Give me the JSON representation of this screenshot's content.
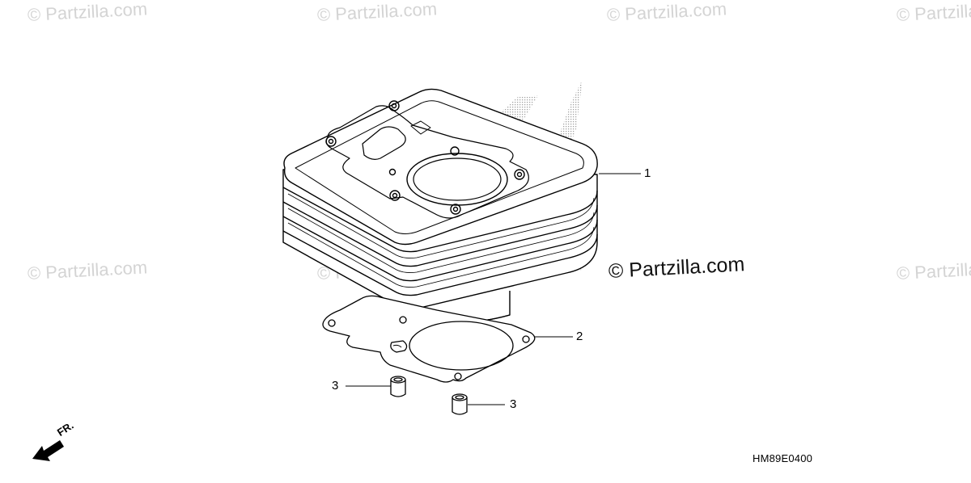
{
  "watermark": {
    "text": "© Partzilla.com"
  },
  "main_watermark": {
    "text": "© Partzilla.com"
  },
  "callouts": [
    {
      "id": "1",
      "label": "1",
      "part": "cylinder"
    },
    {
      "id": "2",
      "label": "2",
      "part": "cylinder-gasket"
    },
    {
      "id": "3a",
      "label": "3",
      "part": "dowel-pin"
    },
    {
      "id": "3b",
      "label": "3",
      "part": "dowel-pin"
    }
  ],
  "front_indicator": {
    "label": "FR."
  },
  "diagram_code": "HM89E0400",
  "colors": {
    "line": "#000000",
    "watermark": "#d4d4d4",
    "brand_screen": "#b5b5b5"
  }
}
